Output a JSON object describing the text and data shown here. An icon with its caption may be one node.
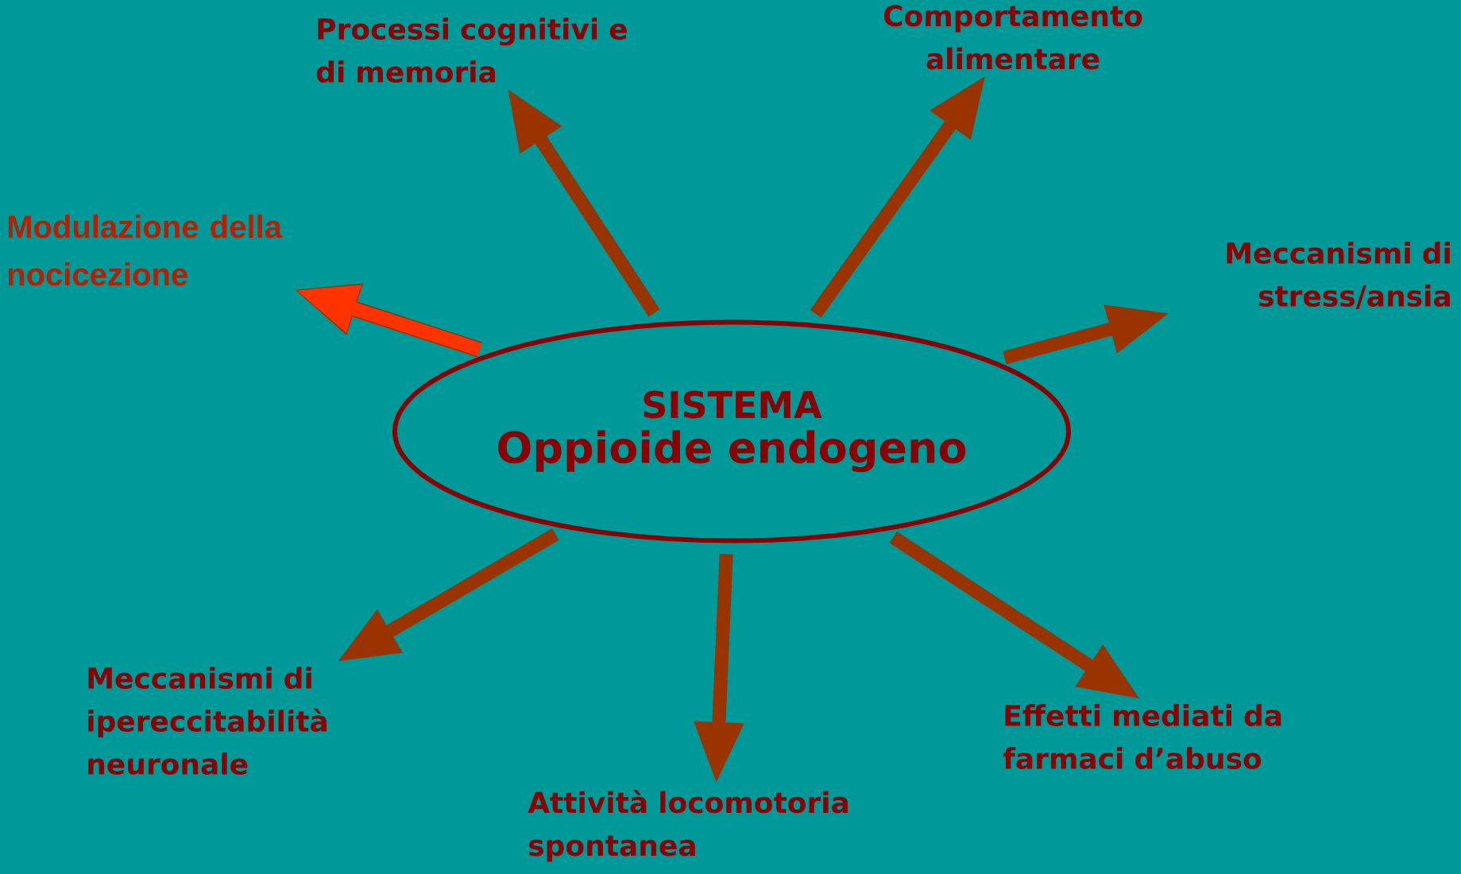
{
  "diagram": {
    "nodes": [
      {
        "text": [
          "SISTEMA",
          "Oppioide endogeno"
        ]
      },
      {
        "text": [
          "Processi cognitivi e di memoria"
        ]
      },
      {
        "text": [
          "Comportamento alimentare"
        ]
      },
      {
        "text": [
          "Modulazione della nocicezione"
        ]
      },
      {
        "text": [
          "Meccanismi di stress/ansia"
        ]
      },
      {
        "text": [
          "Meccanismi di ipereccitabilità neuronale"
        ]
      },
      {
        "text": [
          "Attività locomotoria spontanea"
        ]
      },
      {
        "text": [
          "Effetti mediati da farmaci d’abuso"
        ]
      }
    ],
    "edges": [
      {
        "from": 0,
        "to": 1,
        "arrow": "to"
      },
      {
        "from": 0,
        "to": 2,
        "arrow": "to"
      },
      {
        "from": 0,
        "to": 3,
        "arrow": "to",
        "color": "#ff3300"
      },
      {
        "from": 0,
        "to": 4,
        "arrow": "to"
      },
      {
        "from": 0,
        "to": 5,
        "arrow": "to"
      },
      {
        "from": 0,
        "to": 6,
        "arrow": "to"
      },
      {
        "from": 0,
        "to": 7,
        "arrow": "to"
      }
    ]
  }
}
